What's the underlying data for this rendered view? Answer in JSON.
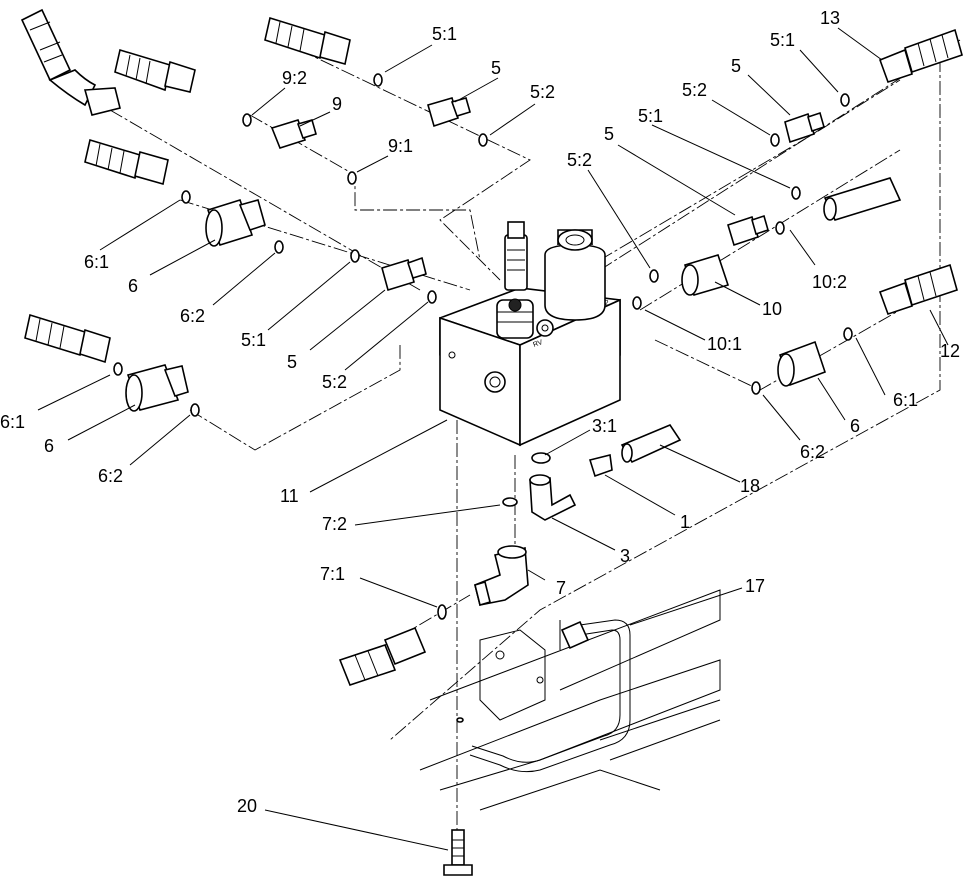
{
  "labels": {
    "l13": "13",
    "l5_1_top": "5:1",
    "l5_top": "5",
    "l5_2_top": "5:2",
    "l5_1_mid": "5:1",
    "l9_2": "9:2",
    "l9": "9",
    "l9_1": "9:1",
    "l5_right": "5",
    "l5_1_right": "5:1",
    "l5_2_right": "5:2",
    "l5_right2": "5",
    "l5_2_mid": "5:2",
    "l5_1_left": "5:1",
    "l5_left": "5",
    "l5_2_left": "5:2",
    "l6_1_a": "6:1",
    "l6_a": "6",
    "l6_2_a": "6:2",
    "l6_1_b": "6:1",
    "l6_b": "6",
    "l6_2_b": "6:2",
    "l10": "10",
    "l10_1": "10:1",
    "l10_2": "10:2",
    "l12": "12",
    "l6_1_c": "6:1",
    "l6_c": "6",
    "l6_2_c": "6:2",
    "l11": "11",
    "l3_1": "3:1",
    "l18": "18",
    "l1": "1",
    "l3": "3",
    "l7_2": "7:2",
    "l7_1": "7:1",
    "l7": "7",
    "l17": "17",
    "l20": "20"
  }
}
